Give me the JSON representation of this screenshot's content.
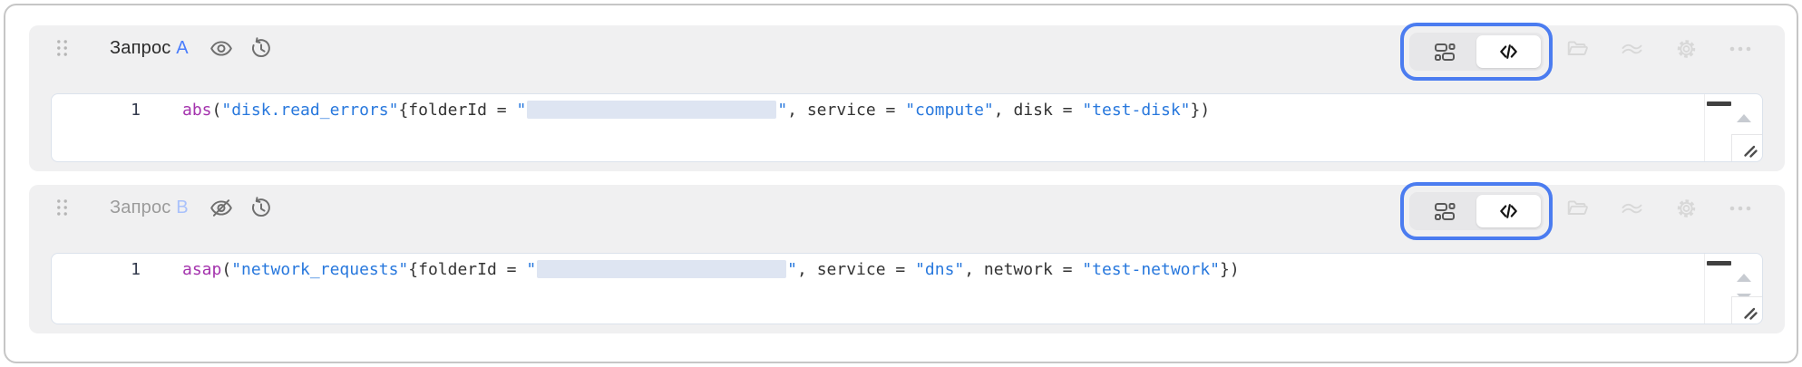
{
  "colors": {
    "frame_border": "#c6c6c6",
    "panel_bg": "#f0f0f1",
    "editor_bg": "#ffffff",
    "editor_border": "#dbe2ec",
    "highlight_blue": "#4b7cf0",
    "keyword": "#a433ad",
    "string": "#2878dd",
    "plain": "#333333",
    "line_number": "#333a4d",
    "redacted_bg": "#dee5f2",
    "title_active": "#2a2a2a",
    "title_hidden": "#9b9b9b",
    "title_letter_active": "#4a7dfc",
    "title_letter_hidden": "#a9c1fb",
    "disabled_icon": "#d8d8d8"
  },
  "toolbar": {
    "view_modes": [
      "form-view",
      "code-view"
    ],
    "active_view": "code-view",
    "disabled_actions": [
      "folder",
      "levels",
      "settings",
      "more"
    ]
  },
  "panels": [
    {
      "title": "Запрос",
      "letter": "A",
      "hidden": false,
      "visibility_icon": "eye-icon",
      "line_number": "1",
      "code_tokens": [
        {
          "text": "abs",
          "type": "keyword"
        },
        {
          "text": "(",
          "type": "plain"
        },
        {
          "text": "\"disk.read_errors\"",
          "type": "string"
        },
        {
          "text": "{folderId = ",
          "type": "plain"
        },
        {
          "text": "\"",
          "type": "string"
        },
        {
          "text": "",
          "type": "redacted"
        },
        {
          "text": "\"",
          "type": "string"
        },
        {
          "text": ", service = ",
          "type": "plain"
        },
        {
          "text": "\"compute\"",
          "type": "string"
        },
        {
          "text": ", disk = ",
          "type": "plain"
        },
        {
          "text": "\"test-disk\"",
          "type": "string"
        },
        {
          "text": "})",
          "type": "plain"
        }
      ]
    },
    {
      "title": "Запрос",
      "letter": "B",
      "hidden": true,
      "visibility_icon": "eye-slash-icon",
      "line_number": "1",
      "code_tokens": [
        {
          "text": "asap",
          "type": "keyword"
        },
        {
          "text": "(",
          "type": "plain"
        },
        {
          "text": "\"network_requests\"",
          "type": "string"
        },
        {
          "text": "{folderId = ",
          "type": "plain"
        },
        {
          "text": "\"",
          "type": "string"
        },
        {
          "text": "",
          "type": "redacted"
        },
        {
          "text": "\"",
          "type": "string"
        },
        {
          "text": ", service = ",
          "type": "plain"
        },
        {
          "text": "\"dns\"",
          "type": "string"
        },
        {
          "text": ", network = ",
          "type": "plain"
        },
        {
          "text": "\"test-network\"",
          "type": "string"
        },
        {
          "text": "})",
          "type": "plain"
        }
      ]
    }
  ]
}
